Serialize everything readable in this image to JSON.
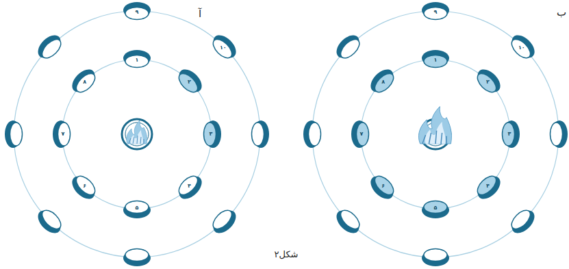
{
  "diagram": {
    "caption": "شکل۲",
    "nodes": [
      {
        "text": [
          "۱"
        ]
      },
      {
        "text": [
          "۲"
        ]
      },
      {
        "text": [
          "۳"
        ]
      },
      {
        "text": [
          "۴"
        ]
      },
      {
        "text": [
          "۵"
        ]
      },
      {
        "text": [
          "۶"
        ]
      },
      {
        "text": [
          "۷"
        ]
      },
      {
        "text": [
          "۸"
        ]
      },
      {
        "text": [
          "۹"
        ]
      },
      {
        "text": [
          "۱۰"
        ]
      },
      {
        "text": [
          "۱"
        ]
      },
      {
        "text": [
          "۲"
        ]
      },
      {
        "text": [
          "۳"
        ]
      },
      {
        "text": [
          "۴"
        ]
      },
      {
        "text": [
          "۵"
        ]
      },
      {
        "text": [
          "۶"
        ]
      },
      {
        "text": [
          "۷"
        ]
      },
      {
        "text": [
          "۸"
        ]
      },
      {
        "text": [
          "۹"
        ]
      },
      {
        "text": [
          "۱۰"
        ]
      }
    ],
    "labels": [
      "آ",
      "ب"
    ]
  }
}
